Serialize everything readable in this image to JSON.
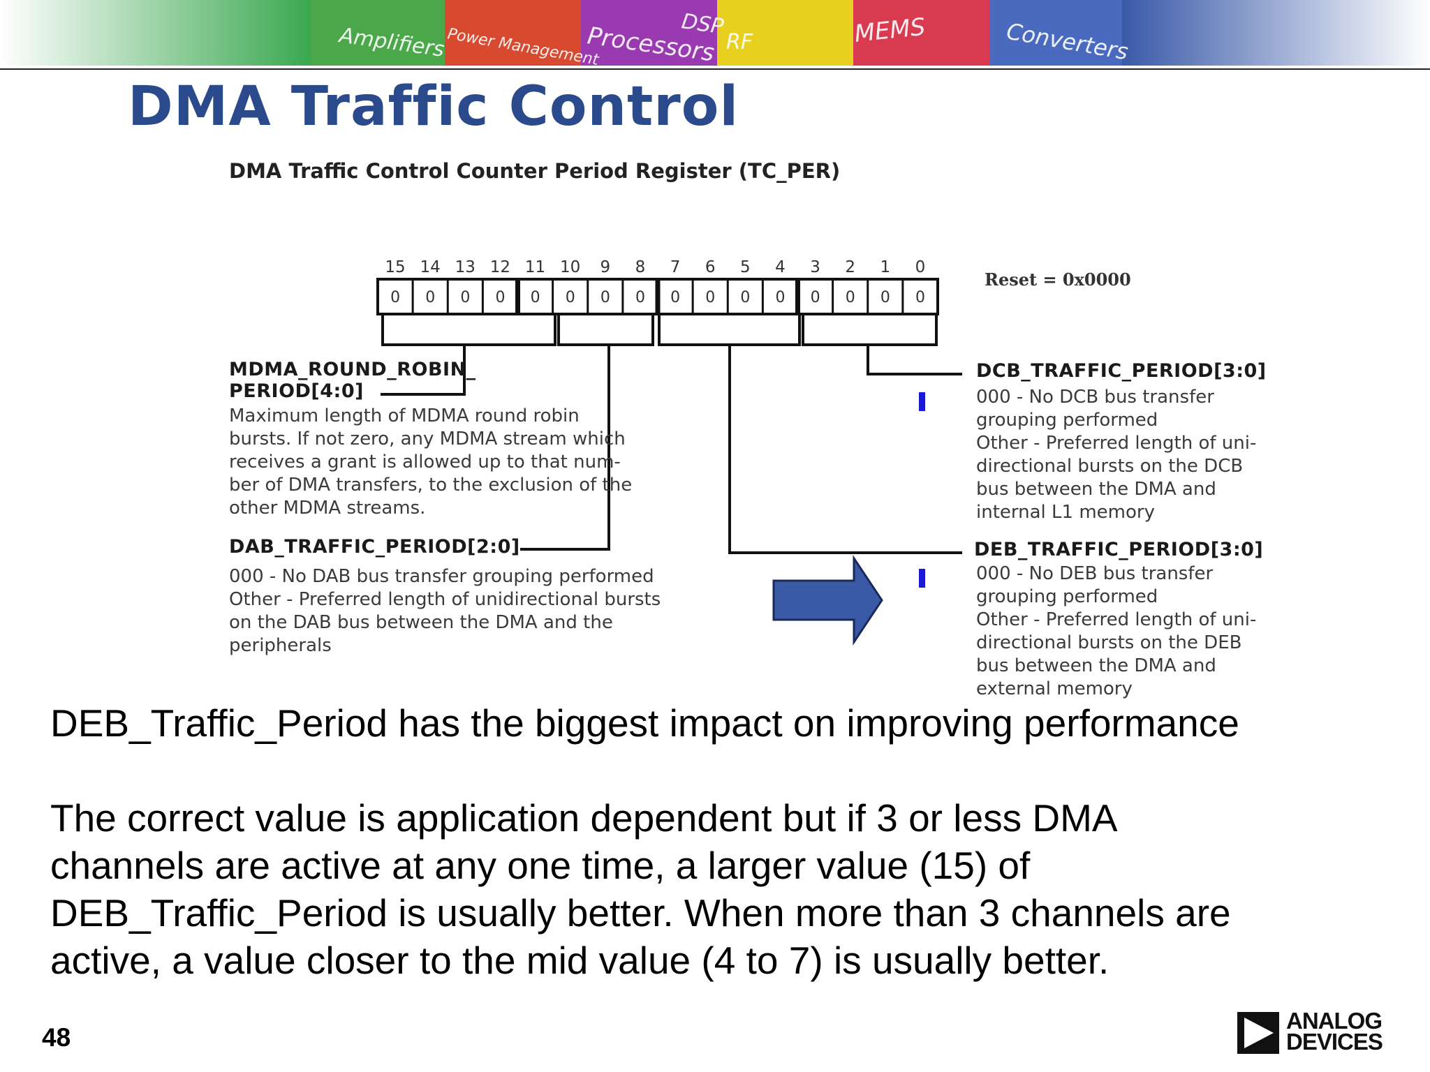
{
  "banner": {
    "tiles": [
      "Amplifiers",
      "Power Management",
      "Processors",
      "DSP",
      "RF",
      "MEMS",
      "Converters"
    ]
  },
  "slide": {
    "title": "DMA Traffic Control",
    "page_number": "48"
  },
  "register": {
    "caption": "DMA Traffic Control Counter Period Register (TC_PER)",
    "bit_numbers": [
      "15",
      "14",
      "13",
      "12",
      "11",
      "10",
      "9",
      "8",
      "7",
      "6",
      "5",
      "4",
      "3",
      "2",
      "1",
      "0"
    ],
    "bit_values": [
      "0",
      "0",
      "0",
      "0",
      "0",
      "0",
      "0",
      "0",
      "0",
      "0",
      "0",
      "0",
      "0",
      "0",
      "0",
      "0"
    ],
    "reset": "Reset = 0x0000"
  },
  "fields": {
    "mdma": {
      "name_line1": "MDMA_ROUND_ROBIN_",
      "name_line2": "PERIOD[4:0]",
      "desc": [
        "Maximum length of MDMA round robin",
        "bursts. If not zero, any MDMA stream which",
        "receives a grant is allowed up to that num-",
        "ber of DMA transfers, to the exclusion of the",
        "other MDMA streams."
      ]
    },
    "dab": {
      "name": "DAB_TRAFFIC_PERIOD[2:0]",
      "desc": [
        "000 - No DAB bus transfer grouping performed",
        "Other - Preferred length of unidirectional bursts",
        "on the DAB bus between the DMA and the",
        "peripherals"
      ]
    },
    "dcb": {
      "name": "DCB_TRAFFIC_PERIOD[3:0]",
      "desc": [
        "000 - No DCB bus transfer",
        "grouping performed",
        "Other - Preferred length of uni-",
        "directional bursts on the DCB",
        "bus between the DMA and",
        "internal L1 memory"
      ]
    },
    "deb": {
      "name": "DEB_TRAFFIC_PERIOD[3:0]",
      "desc": [
        "000 - No DEB bus transfer",
        "grouping performed",
        "Other - Preferred length of uni-",
        "directional bursts on the DEB",
        "bus between the DMA and",
        "external memory"
      ]
    }
  },
  "body": {
    "line1": "DEB_Traffic_Period has the biggest impact on improving performance",
    "para2": [
      "The correct value is application dependent but if 3 or less DMA",
      "channels are active at any one time, a larger value (15) of",
      "DEB_Traffic_Period is usually better.  When more than 3 channels are",
      "active, a value closer to the mid value (4 to 7) is usually better."
    ]
  },
  "logo": {
    "line1": "ANALOG",
    "line2": "DEVICES"
  },
  "colors": {
    "title": "#2a4a8c",
    "arrow": "#3b5aa6",
    "marker": "#1a1ad6"
  }
}
